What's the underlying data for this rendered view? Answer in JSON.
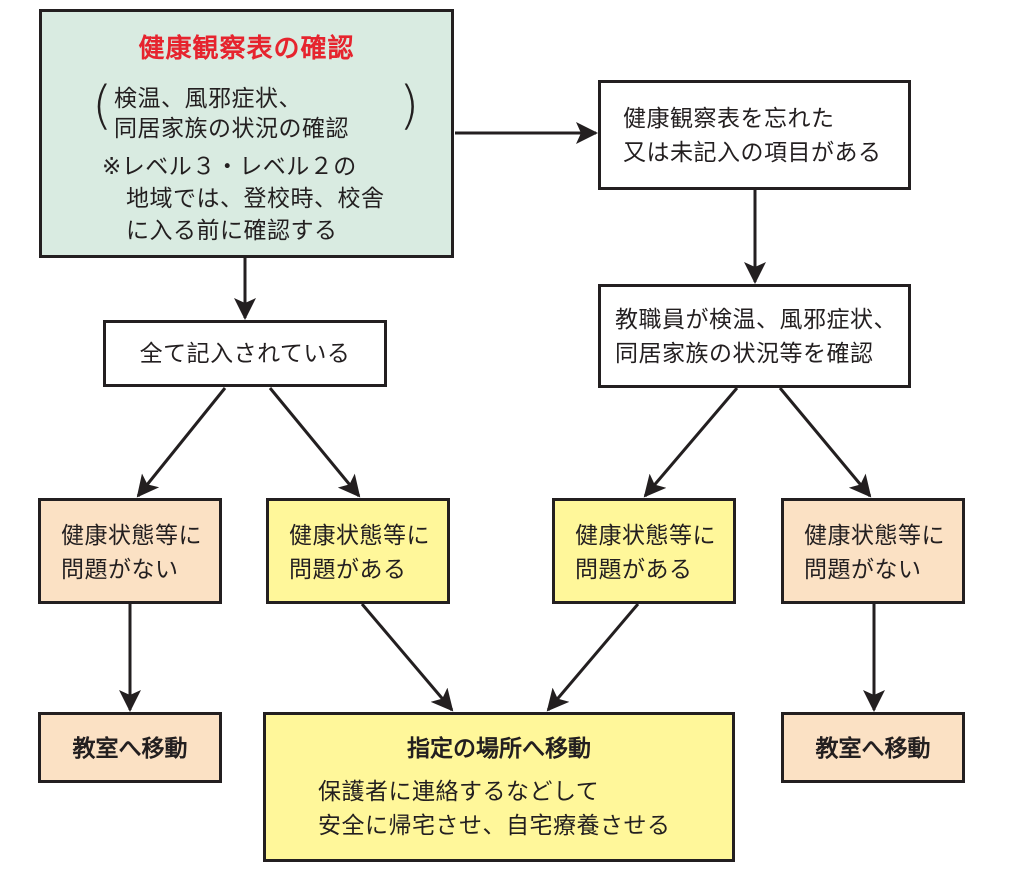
{
  "colors": {
    "green": "#d9ebe1",
    "peach": "#fbe1c4",
    "yellow": "#fff79a",
    "red": "#e6242e",
    "stroke": "#231f20"
  },
  "start": {
    "title": "健康観察表の確認",
    "paren_line1": "検温、風邪症状、",
    "paren_line2": "同居家族の状況の確認",
    "paren_open": "(",
    "paren_close": ")",
    "note_line1": "※レベル３・レベル２の",
    "note_line2": "地域では、登校時、校舎",
    "note_line3": "に入る前に確認する"
  },
  "all_filled": "全て記入されている",
  "forgot": {
    "line1": "健康観察表を忘れた",
    "line2": "又は未記入の項目がある"
  },
  "staff_check": {
    "line1": "教職員が検温、風邪症状、",
    "line2": "同居家族の状況等を確認"
  },
  "outcomes": {
    "ok_left": {
      "line1": "健康状態等に",
      "line2": "問題がない"
    },
    "ng_left": {
      "line1": "健康状態等に",
      "line2": "問題がある"
    },
    "ng_right": {
      "line1": "健康状態等に",
      "line2": "問題がある"
    },
    "ok_right": {
      "line1": "健康状態等に",
      "line2": "問題がない"
    }
  },
  "classroom_left": "教室へ移動",
  "classroom_right": "教室へ移動",
  "designated": {
    "title": "指定の場所へ移動",
    "line1": "保護者に連絡するなどして",
    "line2": "安全に帰宅させ、自宅療養させる"
  }
}
